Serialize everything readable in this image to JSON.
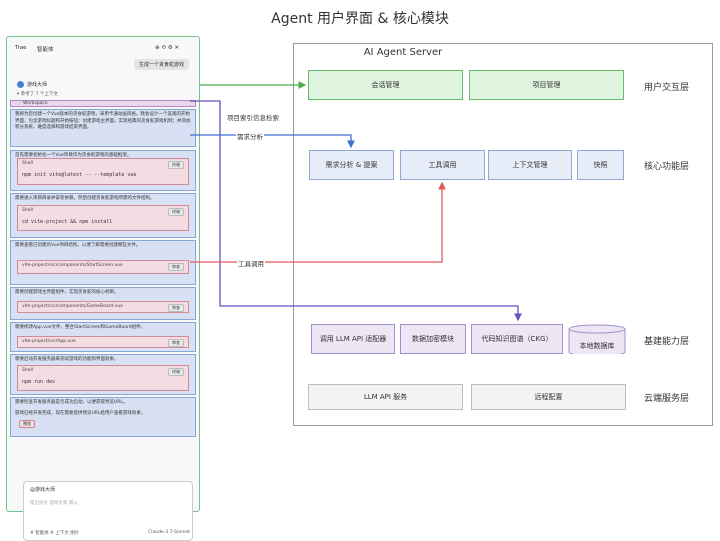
{
  "title": "Agent 用户界面 & 核心模块",
  "panel": {
    "tab_trae": "Trae",
    "tab_agent": "智能体",
    "generate_button": "生成一个贪食蛇游戏",
    "assistant_name": "游戏大师",
    "reference": "参考了 7 个上下文",
    "workspace": "Workspace",
    "intro": "我将为您创建一个Vue版本的贪食蛇游戏，采用卡通动画风格。我会设计一个美观的开始界面，包含游戏标题和开始按钮；创建游戏主界面，实现经典的贪食蛇游戏机制；并添加积分系统、难度选择和游戏结束界面。",
    "steps": [
      {
        "text": "首先需要初始化一个Vue项目作为贪食蛇游戏的基础框架。",
        "code_label": "Shell",
        "code": "npm init vite@latest -- --template vue",
        "button": "终端"
      },
      {
        "text": "需要进入项目目录并安装依赖，然后创建贪食蛇游戏所需的文件结构。",
        "code_label": "Shell",
        "code": "cd vite-project && npm install",
        "button": "终端"
      },
      {
        "text": "需要查看已创建的Vue项目结构，以便了解需要创建哪些文件。",
        "code_label": "vite-project/src/components/StartScreen.vue",
        "code": "",
        "button": "审查"
      },
      {
        "text": "需要创建游戏主界面组件，实现贪食蛇的核心机制。",
        "code_label": "vite-project/src/components/GameBoard.vue",
        "code": "",
        "button": "审查"
      },
      {
        "text": "需要修改App.vue文件，整合StartScreen和GameBoard组件。",
        "code_label": "vite-project/src/App.vue",
        "code": "",
        "button": "审查"
      },
      {
        "text": "需要启动开发服务器来测试游戏的功能和界面效果。",
        "code_label": "Shell",
        "code": "npm run dev",
        "button": "终端"
      }
    ],
    "final_text": "需要检查开发服务器是否成功启动，以便获取预览URL。",
    "final_sub": "游戏已经开发完成，现在需要提供预览URL给用户查看游戏效果。",
    "preview_button": "预览",
    "chat_header": "@游戏大师",
    "chat_placeholder": "提出指令 游戏大师 输入",
    "chat_footer_left": "# 智能体  # 上下文  图片",
    "chat_footer_right": "Claude-3.7-Sonnet"
  },
  "server": {
    "title": "AI Agent Server",
    "layers": [
      {
        "name": "用户交互层",
        "boxes": [
          "会话管理",
          "项目管理"
        ]
      },
      {
        "name": "核心功能层",
        "boxes": [
          "需求分析 & 提案",
          "工具调用",
          "上下文管理",
          "快照"
        ]
      },
      {
        "name": "基建能力层",
        "boxes": [
          "调用 LLM API 适配器",
          "数据加密模块",
          "代码知识图谱（CKG）",
          "本地数据库"
        ]
      },
      {
        "name": "云端服务层",
        "boxes": [
          "LLM API 服务",
          "远程配置"
        ]
      }
    ]
  },
  "arrow_labels": {
    "index": "项目索引信息检索",
    "analysis": "需求分析",
    "tool": "工具调用"
  },
  "colors": {
    "green": "#4caf50",
    "blue": "#3f6fd1",
    "red": "#e05a5a",
    "purple": "#6a4fc4"
  }
}
